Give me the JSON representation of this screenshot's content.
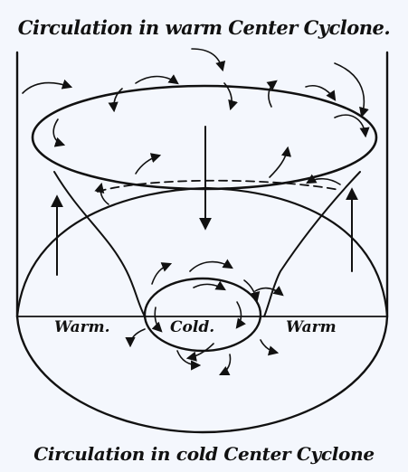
{
  "top_title": "Circulation in warm Center Cyclone.",
  "bottom_title": "Circulation in cold Center Cyclone",
  "labels": {
    "warm_left": "Warm.",
    "cold": "Cold.",
    "warm_right": "Warm"
  }
}
